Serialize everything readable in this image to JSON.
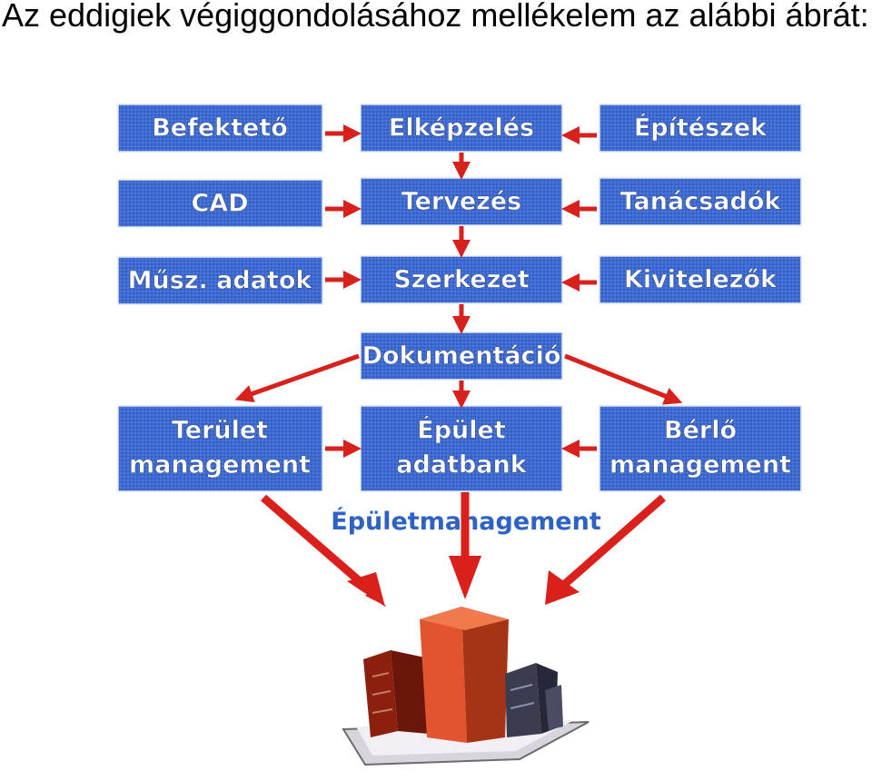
{
  "heading": "Az eddigiek végiggondolásához mellékelem az alábbi ábrát:",
  "diagram": {
    "boxes": {
      "befekteto": "Befektető",
      "elkepzeles": "Elképzelés",
      "epiteszek": "Építészek",
      "cad": "CAD",
      "tervezes": "Tervezés",
      "tanacsadok": "Tanácsadók",
      "musz_adatok": "Műsz. adatok",
      "szerkezet": "Szerkezet",
      "kivitelezok": "Kivitelezők",
      "dokumentacio": "Dokumentáció",
      "terulet_1": "Terület",
      "terulet_2": "management",
      "epulet_1": "Épület",
      "epulet_2": "adatbank",
      "berlo_1": "Bérlő",
      "berlo_2": "management"
    },
    "caption": "Épületmanagement",
    "colors": {
      "box_blue": "#3d6bd0",
      "arrow_red": "#d9201b",
      "caption_blue": "#2e62c4"
    },
    "illustration": "office-buildings-icon"
  }
}
